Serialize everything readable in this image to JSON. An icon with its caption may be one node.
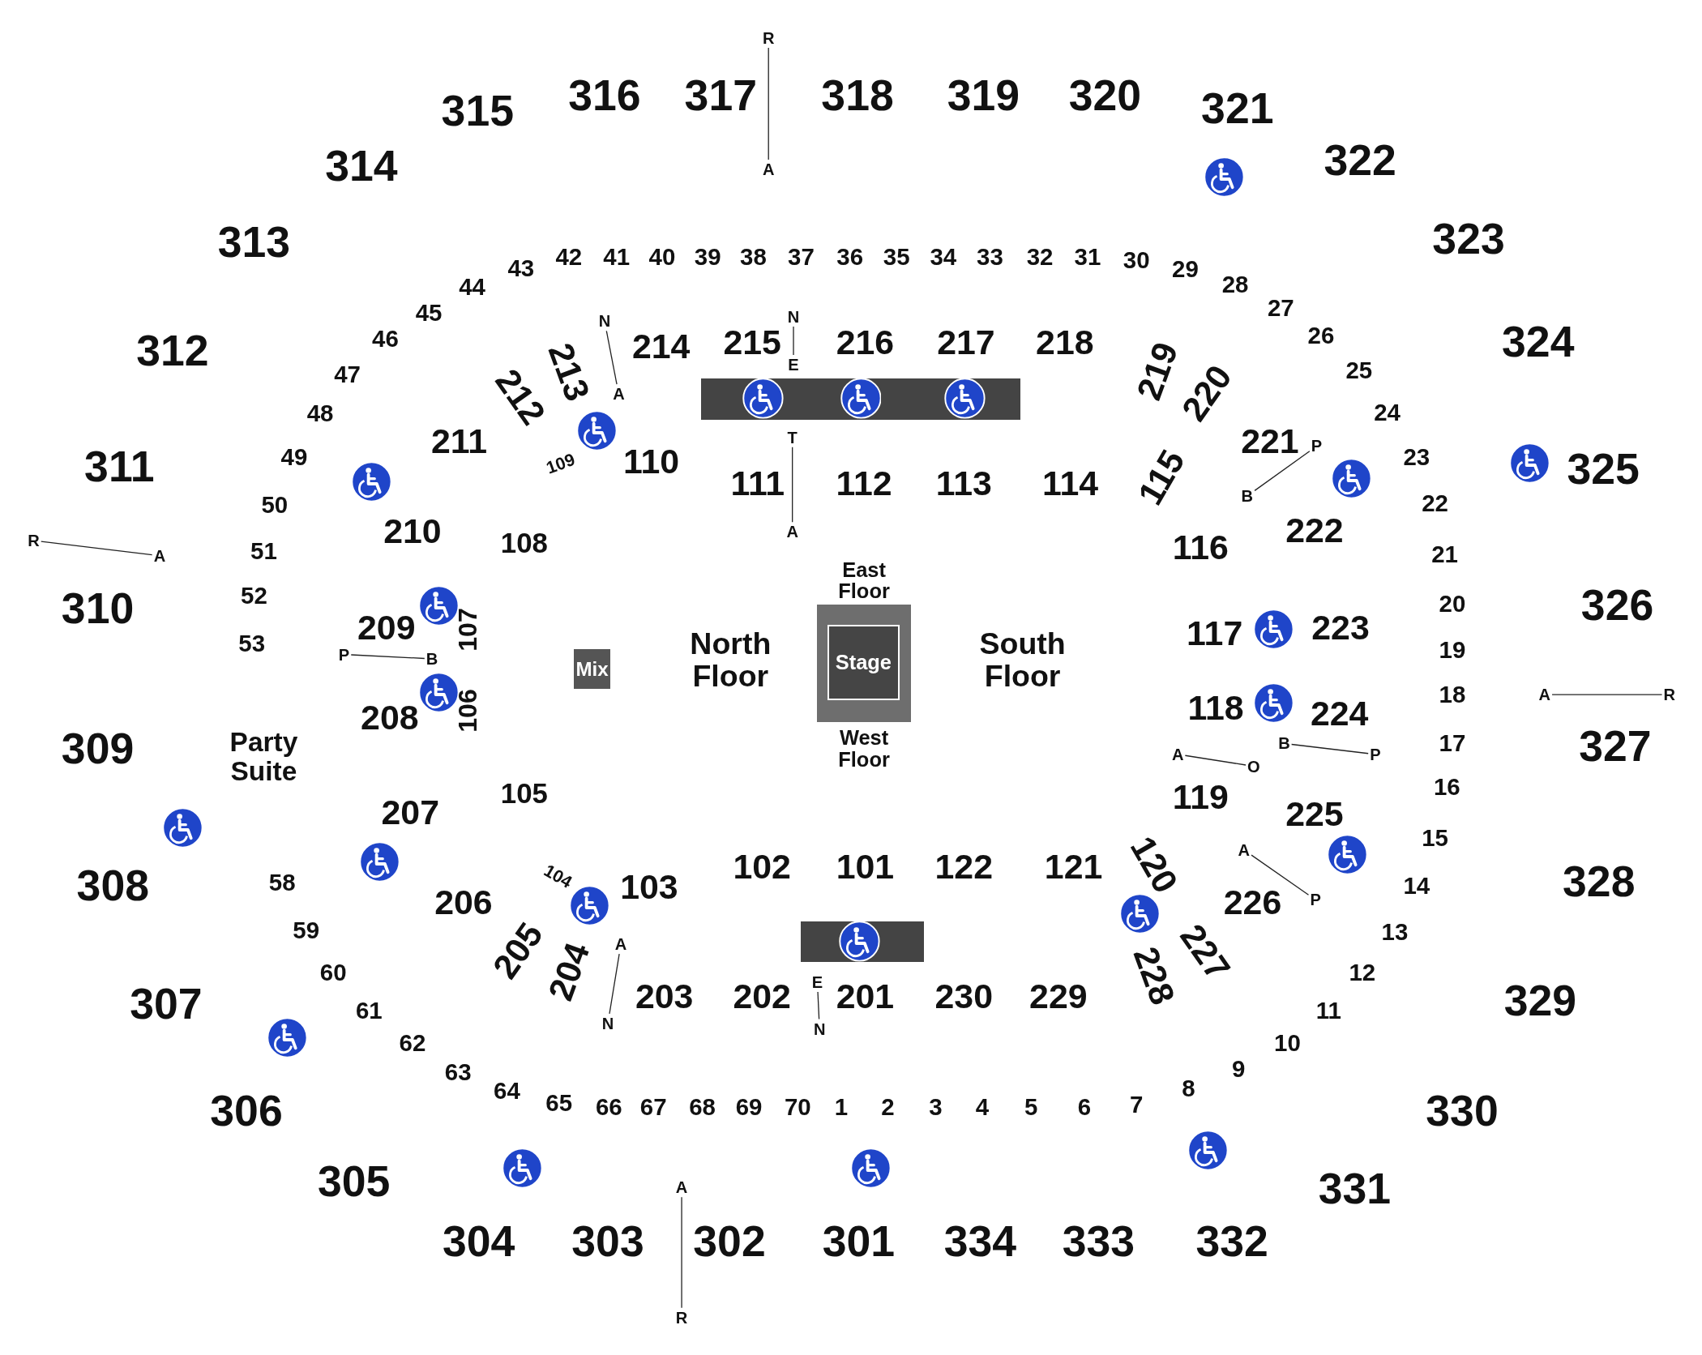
{
  "diagram": {
    "nodes": [
      {
        "text": [
          "Stage"
        ]
      },
      {
        "text": [
          "Mix"
        ]
      },
      {
        "text": [
          "R"
        ]
      },
      {
        "text": [
          "A"
        ]
      },
      {
        "text": [
          "N"
        ]
      },
      {
        "text": [
          "E"
        ]
      },
      {
        "text": [
          "T"
        ]
      },
      {
        "text": [
          "A"
        ]
      },
      {
        "text": [
          "N"
        ]
      },
      {
        "text": [
          "A"
        ]
      },
      {
        "text": [
          "R"
        ]
      },
      {
        "text": [
          "A"
        ]
      },
      {
        "text": [
          "P"
        ]
      },
      {
        "text": [
          "B"
        ]
      },
      {
        "text": [
          "P"
        ]
      },
      {
        "text": [
          "B"
        ]
      },
      {
        "text": [
          "A"
        ]
      },
      {
        "text": [
          "R"
        ]
      },
      {
        "text": [
          "B"
        ]
      },
      {
        "text": [
          "P"
        ]
      },
      {
        "text": [
          "A"
        ]
      },
      {
        "text": [
          "O"
        ]
      },
      {
        "text": [
          "A"
        ]
      },
      {
        "text": [
          "P"
        ]
      },
      {
        "text": [
          "A"
        ]
      },
      {
        "text": [
          "N"
        ]
      },
      {
        "text": [
          "E"
        ]
      },
      {
        "text": [
          "N"
        ]
      },
      {
        "text": [
          "A"
        ]
      },
      {
        "text": [
          "R"
        ]
      }
    ],
    "edges": [
      {
        "from": 2,
        "to": 3,
        "arrow": "none"
      },
      {
        "from": 4,
        "to": 5,
        "arrow": "none"
      },
      {
        "from": 6,
        "to": 7,
        "arrow": "none"
      },
      {
        "from": 8,
        "to": 9,
        "arrow": "none"
      },
      {
        "from": 10,
        "to": 11,
        "arrow": "none"
      },
      {
        "from": 12,
        "to": 13,
        "arrow": "none"
      },
      {
        "from": 14,
        "to": 15,
        "arrow": "none"
      },
      {
        "from": 16,
        "to": 17,
        "arrow": "none"
      },
      {
        "from": 18,
        "to": 19,
        "arrow": "none"
      },
      {
        "from": 20,
        "to": 21,
        "arrow": "none"
      },
      {
        "from": 22,
        "to": 23,
        "arrow": "none"
      },
      {
        "from": 24,
        "to": 25,
        "arrow": "none"
      },
      {
        "from": 26,
        "to": 27,
        "arrow": "none"
      },
      {
        "from": 28,
        "to": 29,
        "arrow": "none"
      }
    ],
    "labels": [
      "315",
      "316",
      "317",
      "318",
      "319",
      "320",
      "321",
      "322",
      "323",
      "324",
      "325",
      "326",
      "327",
      "328",
      "329",
      "330",
      "331",
      "332",
      "333",
      "334",
      "301",
      "302",
      "303",
      "304",
      "305",
      "306",
      "307",
      "308",
      "309",
      "310",
      "311",
      "312",
      "313",
      "314",
      "214",
      "215",
      "216",
      "217",
      "218",
      "219",
      "220",
      "221",
      "222",
      "223",
      "224",
      "225",
      "226",
      "227",
      "228",
      "229",
      "230",
      "201",
      "202",
      "203",
      "204",
      "205",
      "206",
      "207",
      "208",
      "209",
      "210",
      "211",
      "212",
      "213",
      "107",
      "106",
      "110",
      "111",
      "112",
      "113",
      "114",
      "115",
      "116",
      "117",
      "118",
      "119",
      "120",
      "121",
      "122",
      "101",
      "102",
      "103",
      "104",
      "105",
      "108",
      "109",
      "43",
      "42",
      "41",
      "40",
      "39",
      "38",
      "37",
      "36",
      "35",
      "34",
      "33",
      "32",
      "31",
      "30",
      "29",
      "28",
      "27",
      "26",
      "25",
      "24",
      "23",
      "22",
      "21",
      "20",
      "19",
      "18",
      "17",
      "16",
      "15",
      "14",
      "13",
      "12",
      "11",
      "10",
      "9",
      "8",
      "7",
      "6",
      "5",
      "4",
      "3",
      "2",
      "1",
      "70",
      "69",
      "68",
      "67",
      "66",
      "65",
      "64",
      "63",
      "62",
      "61",
      "60",
      "59",
      "58",
      "53",
      "52",
      "51",
      "50",
      "49",
      "48",
      "47",
      "46",
      "45",
      "44",
      "North Floor",
      "South Floor",
      "East Floor",
      "West Floor",
      "Party Suite"
    ]
  }
}
